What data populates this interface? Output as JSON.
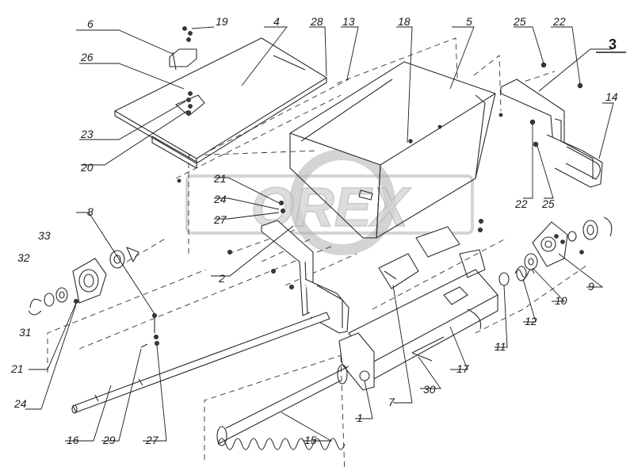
{
  "watermark": {
    "text": "OREX"
  },
  "callouts": [
    {
      "id": "c6",
      "label": "6"
    },
    {
      "id": "c19",
      "label": "19"
    },
    {
      "id": "c4",
      "label": "4"
    },
    {
      "id": "c28",
      "label": "28"
    },
    {
      "id": "c13",
      "label": "13"
    },
    {
      "id": "c18",
      "label": "18"
    },
    {
      "id": "c5",
      "label": "5"
    },
    {
      "id": "c25a",
      "label": "25"
    },
    {
      "id": "c22a",
      "label": "22"
    },
    {
      "id": "c3",
      "label": "3"
    },
    {
      "id": "c26",
      "label": "26"
    },
    {
      "id": "c14",
      "label": "14"
    },
    {
      "id": "c23",
      "label": "23"
    },
    {
      "id": "c20",
      "label": "20"
    },
    {
      "id": "c22b",
      "label": "22"
    },
    {
      "id": "c25b",
      "label": "25"
    },
    {
      "id": "c21a",
      "label": "21"
    },
    {
      "id": "c24a",
      "label": "24"
    },
    {
      "id": "c27a",
      "label": "27"
    },
    {
      "id": "c8",
      "label": "8"
    },
    {
      "id": "c33",
      "label": "33"
    },
    {
      "id": "c32",
      "label": "32"
    },
    {
      "id": "c2",
      "label": "2"
    },
    {
      "id": "c9",
      "label": "9"
    },
    {
      "id": "c10",
      "label": "10"
    },
    {
      "id": "c12",
      "label": "12"
    },
    {
      "id": "c31",
      "label": "31"
    },
    {
      "id": "c11",
      "label": "11"
    },
    {
      "id": "c21b",
      "label": "21"
    },
    {
      "id": "c17",
      "label": "17"
    },
    {
      "id": "c24b",
      "label": "24"
    },
    {
      "id": "c30",
      "label": "30"
    },
    {
      "id": "c7",
      "label": "7"
    },
    {
      "id": "c1",
      "label": "1"
    },
    {
      "id": "c15",
      "label": "15"
    },
    {
      "id": "c16",
      "label": "16"
    },
    {
      "id": "c29",
      "label": "29"
    },
    {
      "id": "c27b",
      "label": "27"
    }
  ]
}
